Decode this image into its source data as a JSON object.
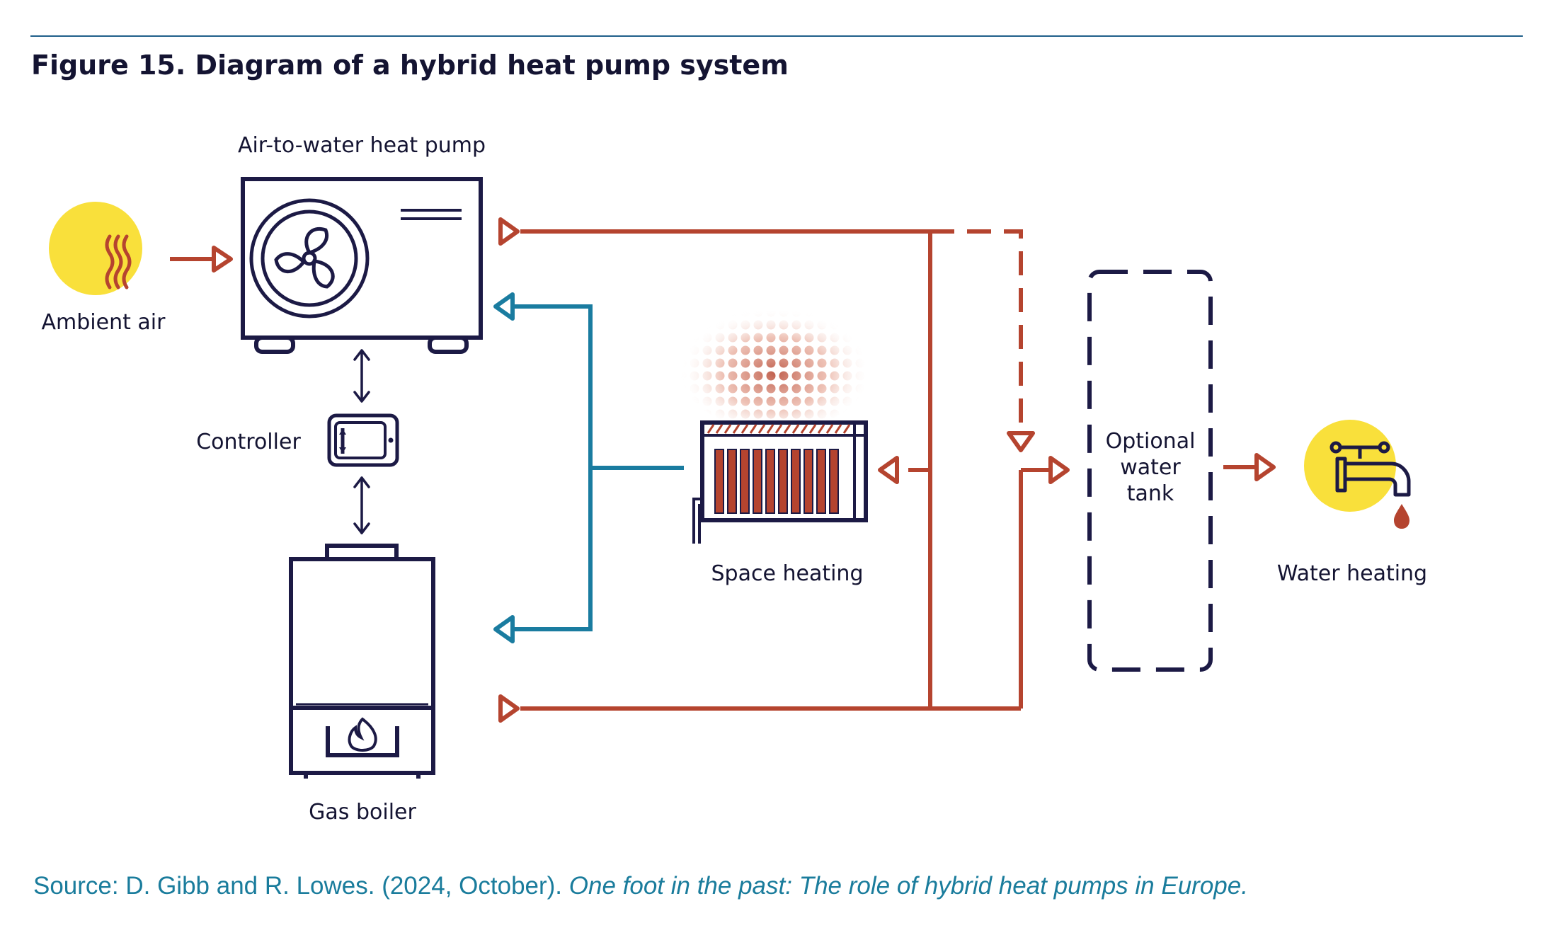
{
  "figure": {
    "title": "Figure 15. Diagram of a hybrid heat pump system"
  },
  "labels": {
    "heat_pump": "Air-to-water heat pump",
    "ambient_air": "Ambient air",
    "controller": "Controller",
    "gas_boiler": "Gas boiler",
    "space_heating": "Space heating",
    "tank_line1": "Optional",
    "tank_line2": "water",
    "tank_line3": "tank",
    "water_heating": "Water heating"
  },
  "source": {
    "prefix": "Source: D. Gibb and R. Lowes. (2024, October). ",
    "title": "One foot in the past: The role of hybrid heat pumps in Europe."
  },
  "colors": {
    "supply": "#b5442f",
    "return": "#1a7ca0",
    "outline": "#1c1a45",
    "sun": "#f9e03b",
    "source_text": "#1a7c9c"
  },
  "icons": [
    "sun-icon",
    "fan-icon",
    "controller-icon",
    "flame-icon",
    "radiator-icon",
    "tap-icon",
    "water-drop-icon"
  ]
}
